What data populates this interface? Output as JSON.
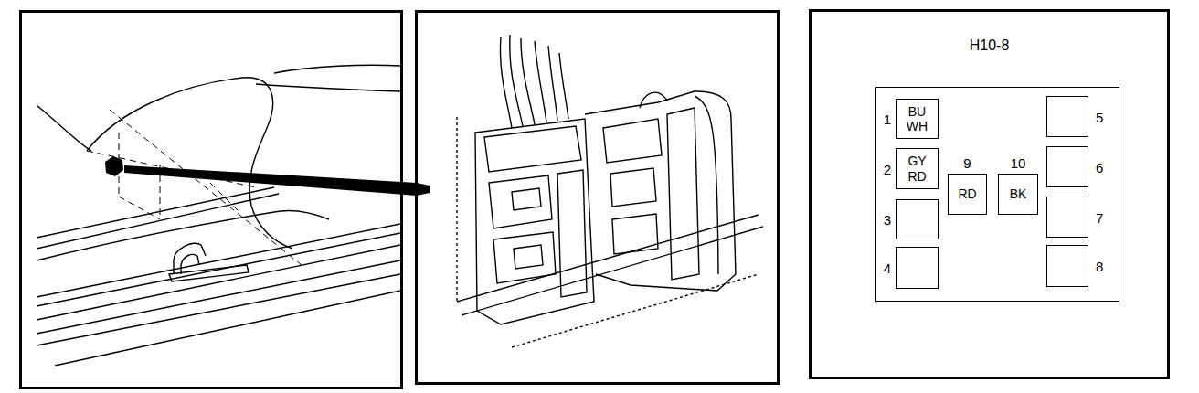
{
  "diagram": {
    "nodes": [
      {
        "text": [
          "H10-8"
        ]
      },
      {
        "text": [
          "1",
          "BU WH"
        ],
        "in": 0
      },
      {
        "text": [
          "5"
        ],
        "in": 0
      },
      {
        "text": [
          "2",
          "GY RD"
        ],
        "in": 0
      },
      {
        "text": [
          "9",
          "RD"
        ],
        "in": 0
      },
      {
        "text": [
          "10",
          "BK"
        ],
        "in": 0
      },
      {
        "text": [
          "6"
        ],
        "in": 0
      },
      {
        "text": [
          "3"
        ],
        "in": 0
      },
      {
        "text": [
          "7"
        ],
        "in": 0
      },
      {
        "text": [
          "4"
        ],
        "in": 0
      },
      {
        "text": [
          "8"
        ],
        "in": 0
      }
    ]
  }
}
